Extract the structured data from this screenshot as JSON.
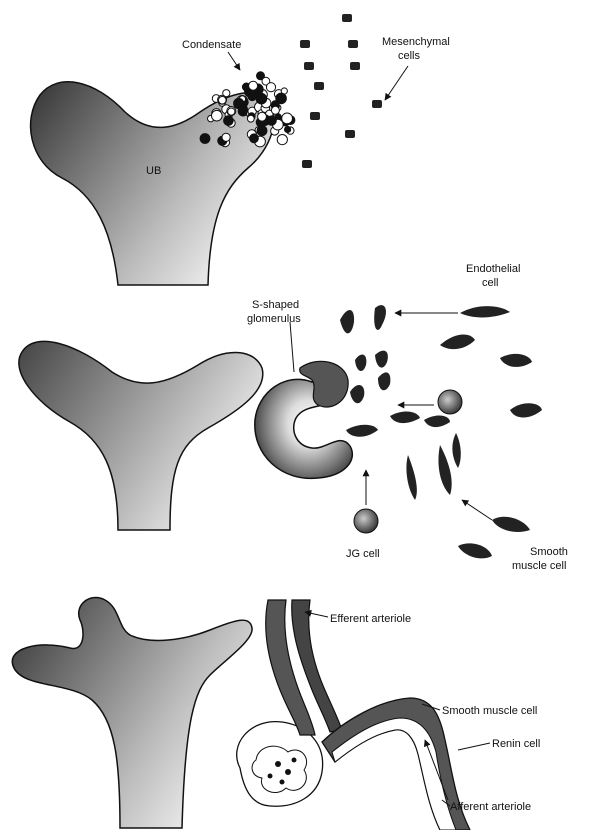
{
  "panel_top": {
    "condensate_label": "Condensate",
    "mesenchymal_label_line1": "Mesenchymal",
    "mesenchymal_label_line2": "cells",
    "ub_label": "UB"
  },
  "panel_middle": {
    "endothelial_label_line1": "Endothelial",
    "endothelial_label_line2": "cell",
    "s_shaped_label_line1": "S-shaped",
    "s_shaped_label_line2": "glomerulus",
    "jg_label": "JG cell",
    "smooth_label_line1": "Smooth",
    "smooth_label_line2": "muscle cell"
  },
  "panel_bottom": {
    "efferent_label": "Efferent arteriole",
    "smooth_label": "Smooth muscle cell",
    "renin_label": "Renin cell",
    "afferent_label": "Afferent arteriole"
  },
  "colors": {
    "ink": "#111111",
    "shade_dark": "#3a3a3a",
    "shade_light": "#e6e6e6"
  }
}
